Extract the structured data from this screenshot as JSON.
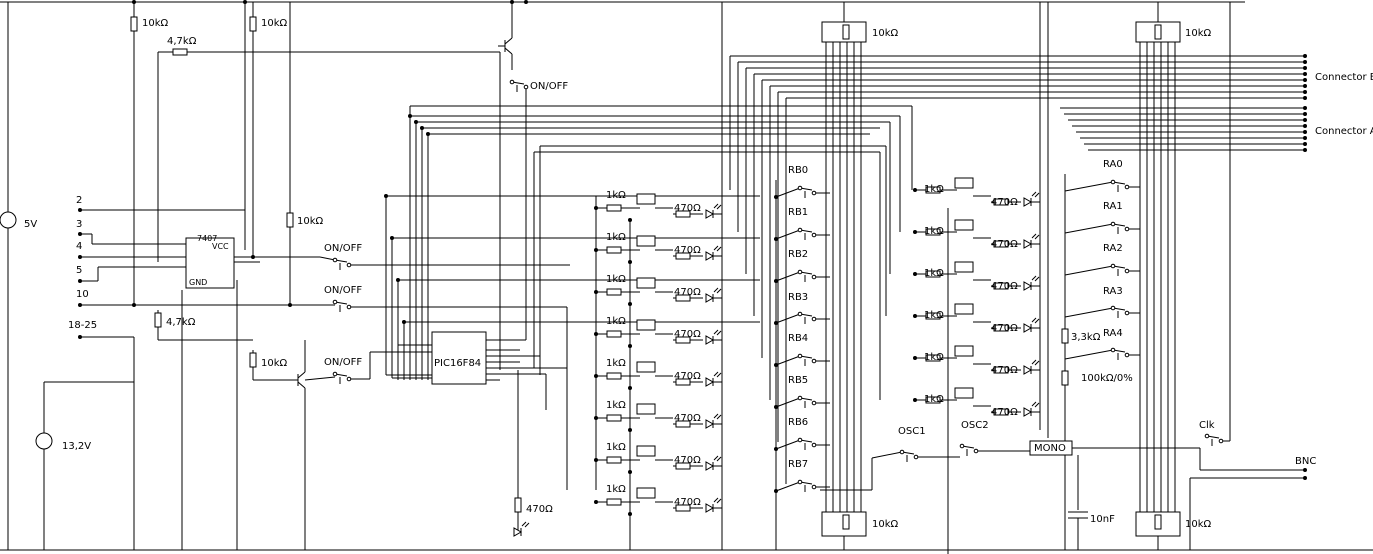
{
  "labels": {
    "connector_b": "Connector B",
    "connector_a": "Connector A",
    "bnc": "BNC",
    "clk": "Clk",
    "osc1": "OSC1",
    "osc2": "OSC2",
    "mono": "MONO",
    "pic": "PIC16F84",
    "ic7407": "7407",
    "ic_vcc": "VCC",
    "ic_gnd": "GND",
    "onoff": "ON/OFF",
    "v5": "5V",
    "v13": "13,2V",
    "cap": "10nF",
    "pot": "100kΩ/0%"
  },
  "resistors": {
    "r10k": "10kΩ",
    "r4k7": "4,7kΩ",
    "r1k": "1kΩ",
    "r470": "470Ω",
    "r3k3": "3,3kΩ"
  },
  "header_pins": [
    "2",
    "3",
    "4",
    "5",
    "10",
    "18-25"
  ],
  "rb_switches": [
    "RB0",
    "RB1",
    "RB2",
    "RB3",
    "RB4",
    "RB5",
    "RB6",
    "RB7"
  ],
  "ra_switches": [
    "RA0",
    "RA1",
    "RA2",
    "RA3",
    "RA4"
  ]
}
